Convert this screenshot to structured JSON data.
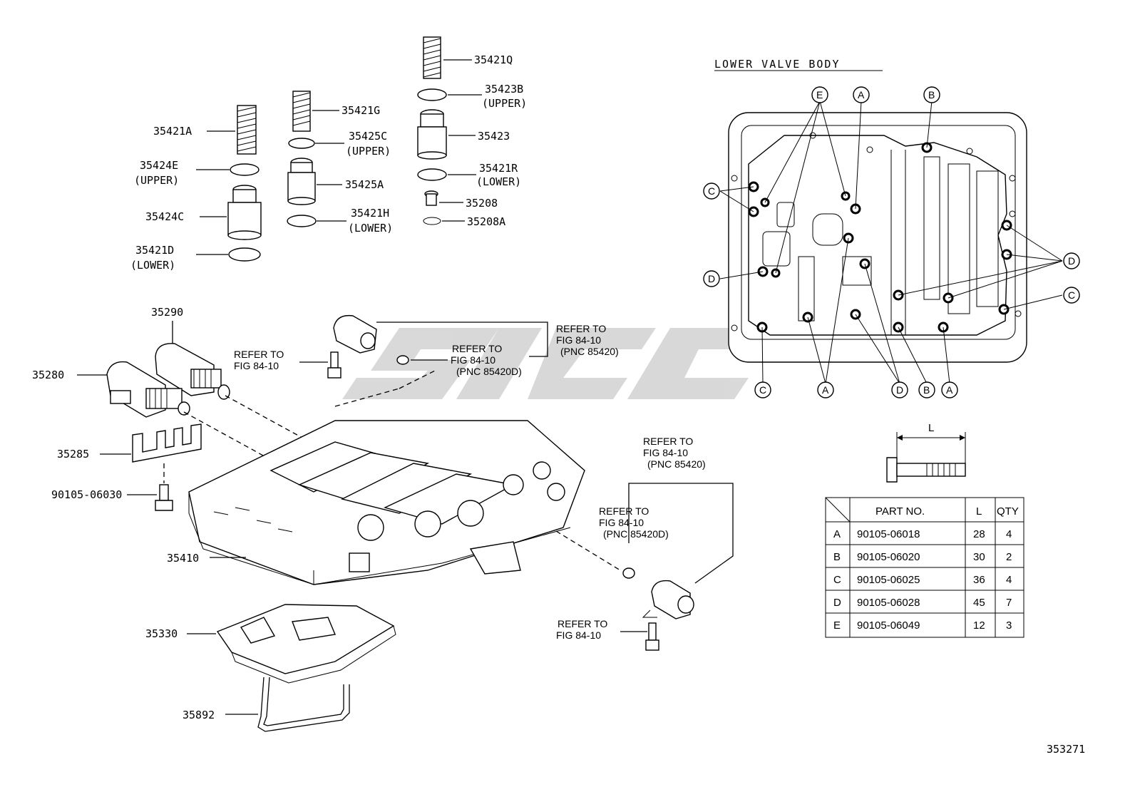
{
  "section_title": "LOWER VALVE BODY",
  "figure_number": "353271",
  "watermark": "SMC",
  "part_labels": {
    "p35421Q": "35421Q",
    "p35423B": "35423B",
    "p35423B_sub": "(UPPER)",
    "p35421G": "35421G",
    "p35423": "35423",
    "p35421A": "35421A",
    "p35425C": "35425C",
    "p35425C_sub": "(UPPER)",
    "p35421R": "35421R",
    "p35421R_sub": "(LOWER)",
    "p35424E": "35424E",
    "p35424E_sub": "(UPPER)",
    "p35425A": "35425A",
    "p35208": "35208",
    "p35424C": "35424C",
    "p35421H": "35421H",
    "p35421H_sub": "(LOWER)",
    "p35208A": "35208A",
    "p35421D": "35421D",
    "p35421D_sub": "(LOWER)",
    "p35290": "35290",
    "p35280": "35280",
    "p35285": "35285",
    "p90105_06030": "90105-06030",
    "p35410": "35410",
    "p35330": "35330",
    "p35892": "35892"
  },
  "refer_notes": {
    "r1_a": "REFER TO",
    "r1_b": "FIG 84-10",
    "r2_a": "REFER TO",
    "r2_b": "FIG 84-10",
    "r2_c": "(PNC 85420D)",
    "r3_a": "REFER TO",
    "r3_b": "FIG 84-10",
    "r3_c": "(PNC 85420)",
    "r4_a": "REFER TO",
    "r4_b": "FIG 84-10",
    "r4_c": "(PNC 85420)",
    "r5_a": "REFER TO",
    "r5_b": "FIG 84-10",
    "r5_c": "(PNC 85420D)",
    "r6_a": "REFER TO",
    "r6_b": "FIG 84-10"
  },
  "callouts": {
    "E": "E",
    "A": "A",
    "B": "B",
    "C": "C",
    "D": "D"
  },
  "dimension_label": "L",
  "bolt_table": {
    "headers": [
      "PART NO.",
      "L",
      "QTY"
    ],
    "rows": [
      {
        "code": "A",
        "part_no": "90105-06018",
        "L": "28",
        "qty": "4"
      },
      {
        "code": "B",
        "part_no": "90105-06020",
        "L": "30",
        "qty": "2"
      },
      {
        "code": "C",
        "part_no": "90105-06025",
        "L": "36",
        "qty": "4"
      },
      {
        "code": "D",
        "part_no": "90105-06028",
        "L": "45",
        "qty": "7"
      },
      {
        "code": "E",
        "part_no": "90105-06049",
        "L": "12",
        "qty": "3"
      }
    ]
  }
}
